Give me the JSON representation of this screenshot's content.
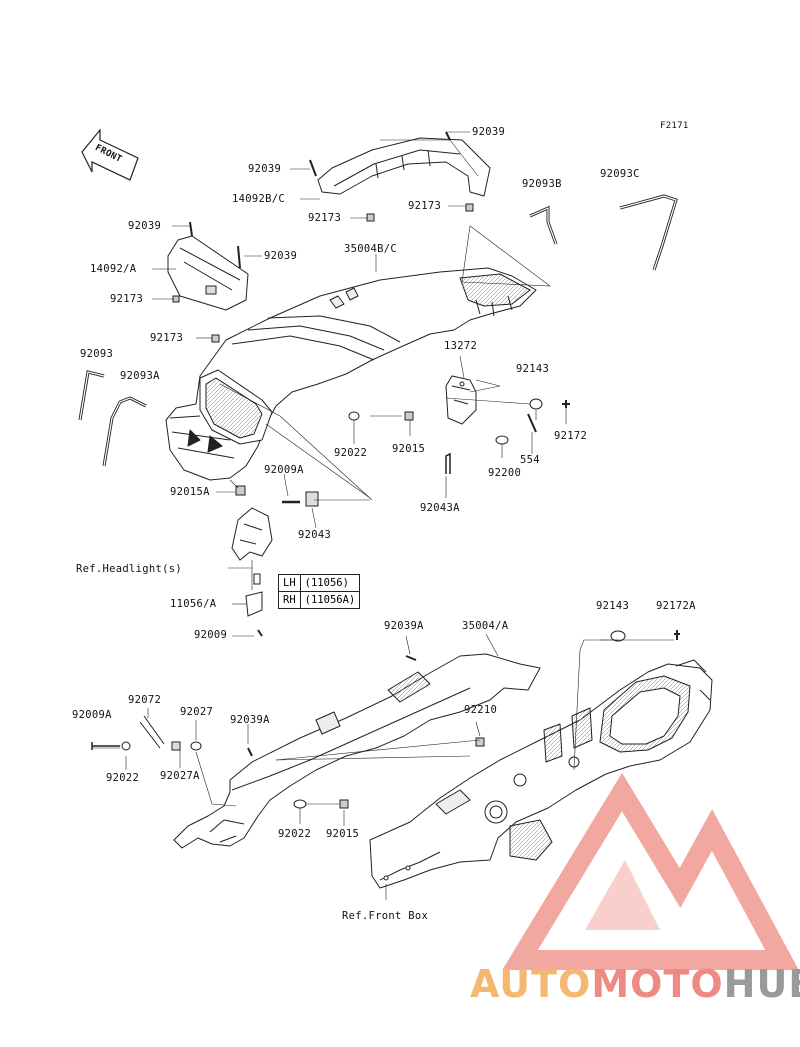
{
  "figure_id": "F2171",
  "front_arrow": {
    "label": "FRONT"
  },
  "part_labels": {
    "p92039_top": "92039",
    "p92039_a": "92039",
    "p14092bc": "14092B/C",
    "p92173_a": "92173",
    "p92173_b": "92173",
    "p92093b": "92093B",
    "p92093c": "92093C",
    "p92039_b": "92039",
    "p92039_c": "92039",
    "p35004bc": "35004B/C",
    "p14092a": "14092/A",
    "p92173_c": "92173",
    "p92173_d": "92173",
    "p13272": "13272",
    "p92093": "92093",
    "p92093a": "92093A",
    "p92143_a": "92143",
    "p92172": "92172",
    "p92022_a": "92022",
    "p92015_a": "92015",
    "p554": "554",
    "p92200": "92200",
    "p92009a_a": "92009A",
    "p92015a": "92015A",
    "p92043a": "92043A",
    "p92043": "92043",
    "p11056a": "11056/A",
    "p92009": "92009",
    "p92039a_a": "92039A",
    "p35004a": "35004/A",
    "p92143_b": "92143",
    "p92172a": "92172A",
    "p92072": "92072",
    "p92009a_b": "92009A",
    "p92027": "92027",
    "p92039a_b": "92039A",
    "p92210": "92210",
    "p92022_b": "92022",
    "p92027a": "92027A",
    "p92022_c": "92022",
    "p92015_b": "92015"
  },
  "references": {
    "headlight": "Ref.Headlight(s)",
    "front_box": "Ref.Front Box"
  },
  "variant_table": {
    "rows": [
      {
        "side": "LH",
        "part": "(11056)"
      },
      {
        "side": "RH",
        "part": "(11056A)"
      }
    ]
  },
  "watermark": {
    "part1": "AUTO",
    "part2": "MOTO",
    "part3": "HUB",
    "color_1": "#f4b870",
    "color_2": "#ee8a82",
    "color_3": "#9a9a9a",
    "triangle_color": "#ee8a82"
  }
}
